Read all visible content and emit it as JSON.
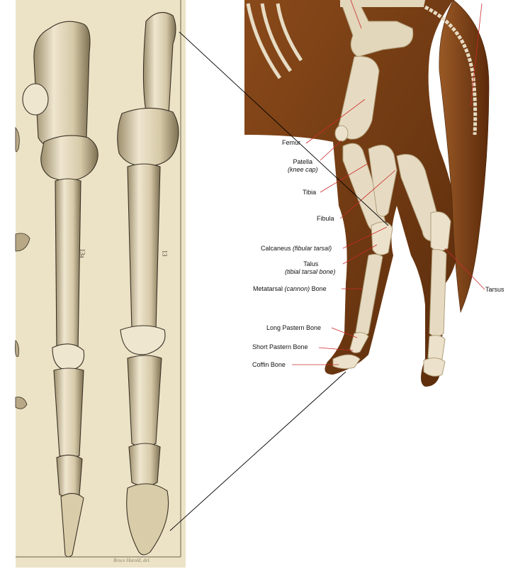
{
  "plate": {
    "marks": [
      "13a",
      "13"
    ],
    "caption": "Bruce Harold, del."
  },
  "labels": {
    "femur": "Femur",
    "patella": "Patella",
    "patella_note": "(knee cap)",
    "tibia": "Tibia",
    "fibula": "Fibula",
    "calcaneus": "Calcaneus",
    "calcaneus_note": "(fibular tarsal)",
    "talus": "Talus",
    "talus_note": "(tibial tarsal bone)",
    "metatarsal_a": "Metatarsal",
    "metatarsal_note": "(cannon)",
    "metatarsal_b": "Bone",
    "long_pastern": "Long Pastern Bone",
    "short_pastern": "Short Pastern Bone",
    "coffin": "Coffin Bone",
    "tarsus": "Tarsus"
  },
  "colors": {
    "paper": "#ece3c6",
    "ink": "#3a3226",
    "bone_light": "#e4d8bd",
    "bone_shade": "#b6a682",
    "coat": "#7a3f14",
    "coat_dark": "#4e2508",
    "leader": "#cc2a2a",
    "connector": "#000000"
  }
}
